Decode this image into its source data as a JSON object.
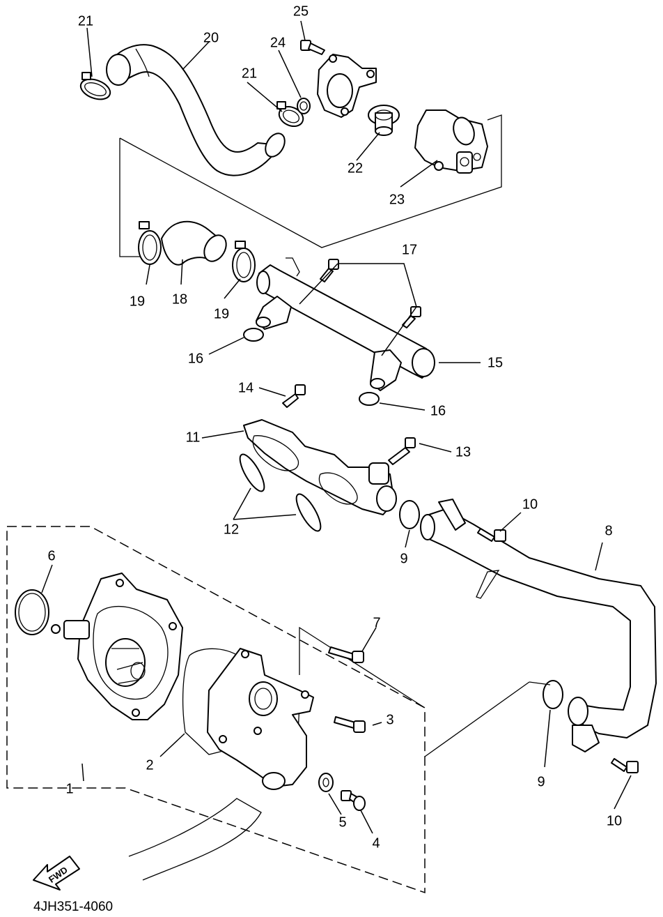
{
  "diagram": {
    "code": "4JH351-4060",
    "fwd_label": "FWD",
    "callouts": {
      "c1": "1",
      "c2": "2",
      "c3": "3",
      "c4": "4",
      "c5": "5",
      "c6": "6",
      "c7": "7",
      "c8": "8",
      "c9a": "9",
      "c9b": "9",
      "c10a": "10",
      "c10b": "10",
      "c11": "11",
      "c12": "12",
      "c13": "13",
      "c14": "14",
      "c15": "15",
      "c16a": "16",
      "c16b": "16",
      "c17": "17",
      "c18": "18",
      "c19a": "19",
      "c19b": "19",
      "c20": "20",
      "c21a": "21",
      "c21b": "21",
      "c22": "22",
      "c23": "23",
      "c24": "24",
      "c25": "25"
    }
  }
}
